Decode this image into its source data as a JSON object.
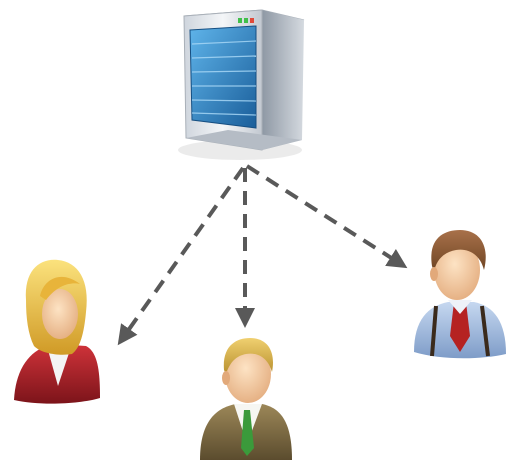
{
  "diagram": {
    "nodes": [
      {
        "id": "server",
        "kind": "server-icon"
      },
      {
        "id": "woman",
        "kind": "user-female-icon",
        "colors": {
          "hair": "#e9c24a",
          "jacket": "#b0232a"
        }
      },
      {
        "id": "man-center",
        "kind": "user-male-icon",
        "colors": {
          "hair": "#d9b14a",
          "jacket": "#7d6a45",
          "tie": "#3b9a3b"
        }
      },
      {
        "id": "man-right",
        "kind": "user-male-icon",
        "colors": {
          "hair": "#8b5a32",
          "shirt": "#9db9e0",
          "tie": "#b52222"
        }
      }
    ],
    "edges": [
      {
        "from": "server",
        "to": "woman",
        "style": "dashed-arrow"
      },
      {
        "from": "server",
        "to": "man-center",
        "style": "dashed-arrow"
      },
      {
        "from": "server",
        "to": "man-right",
        "style": "dashed-arrow"
      }
    ],
    "colors": {
      "arrow": "#595959",
      "server_body": "#e6e9ee",
      "server_panel": "#2f86c6"
    }
  }
}
